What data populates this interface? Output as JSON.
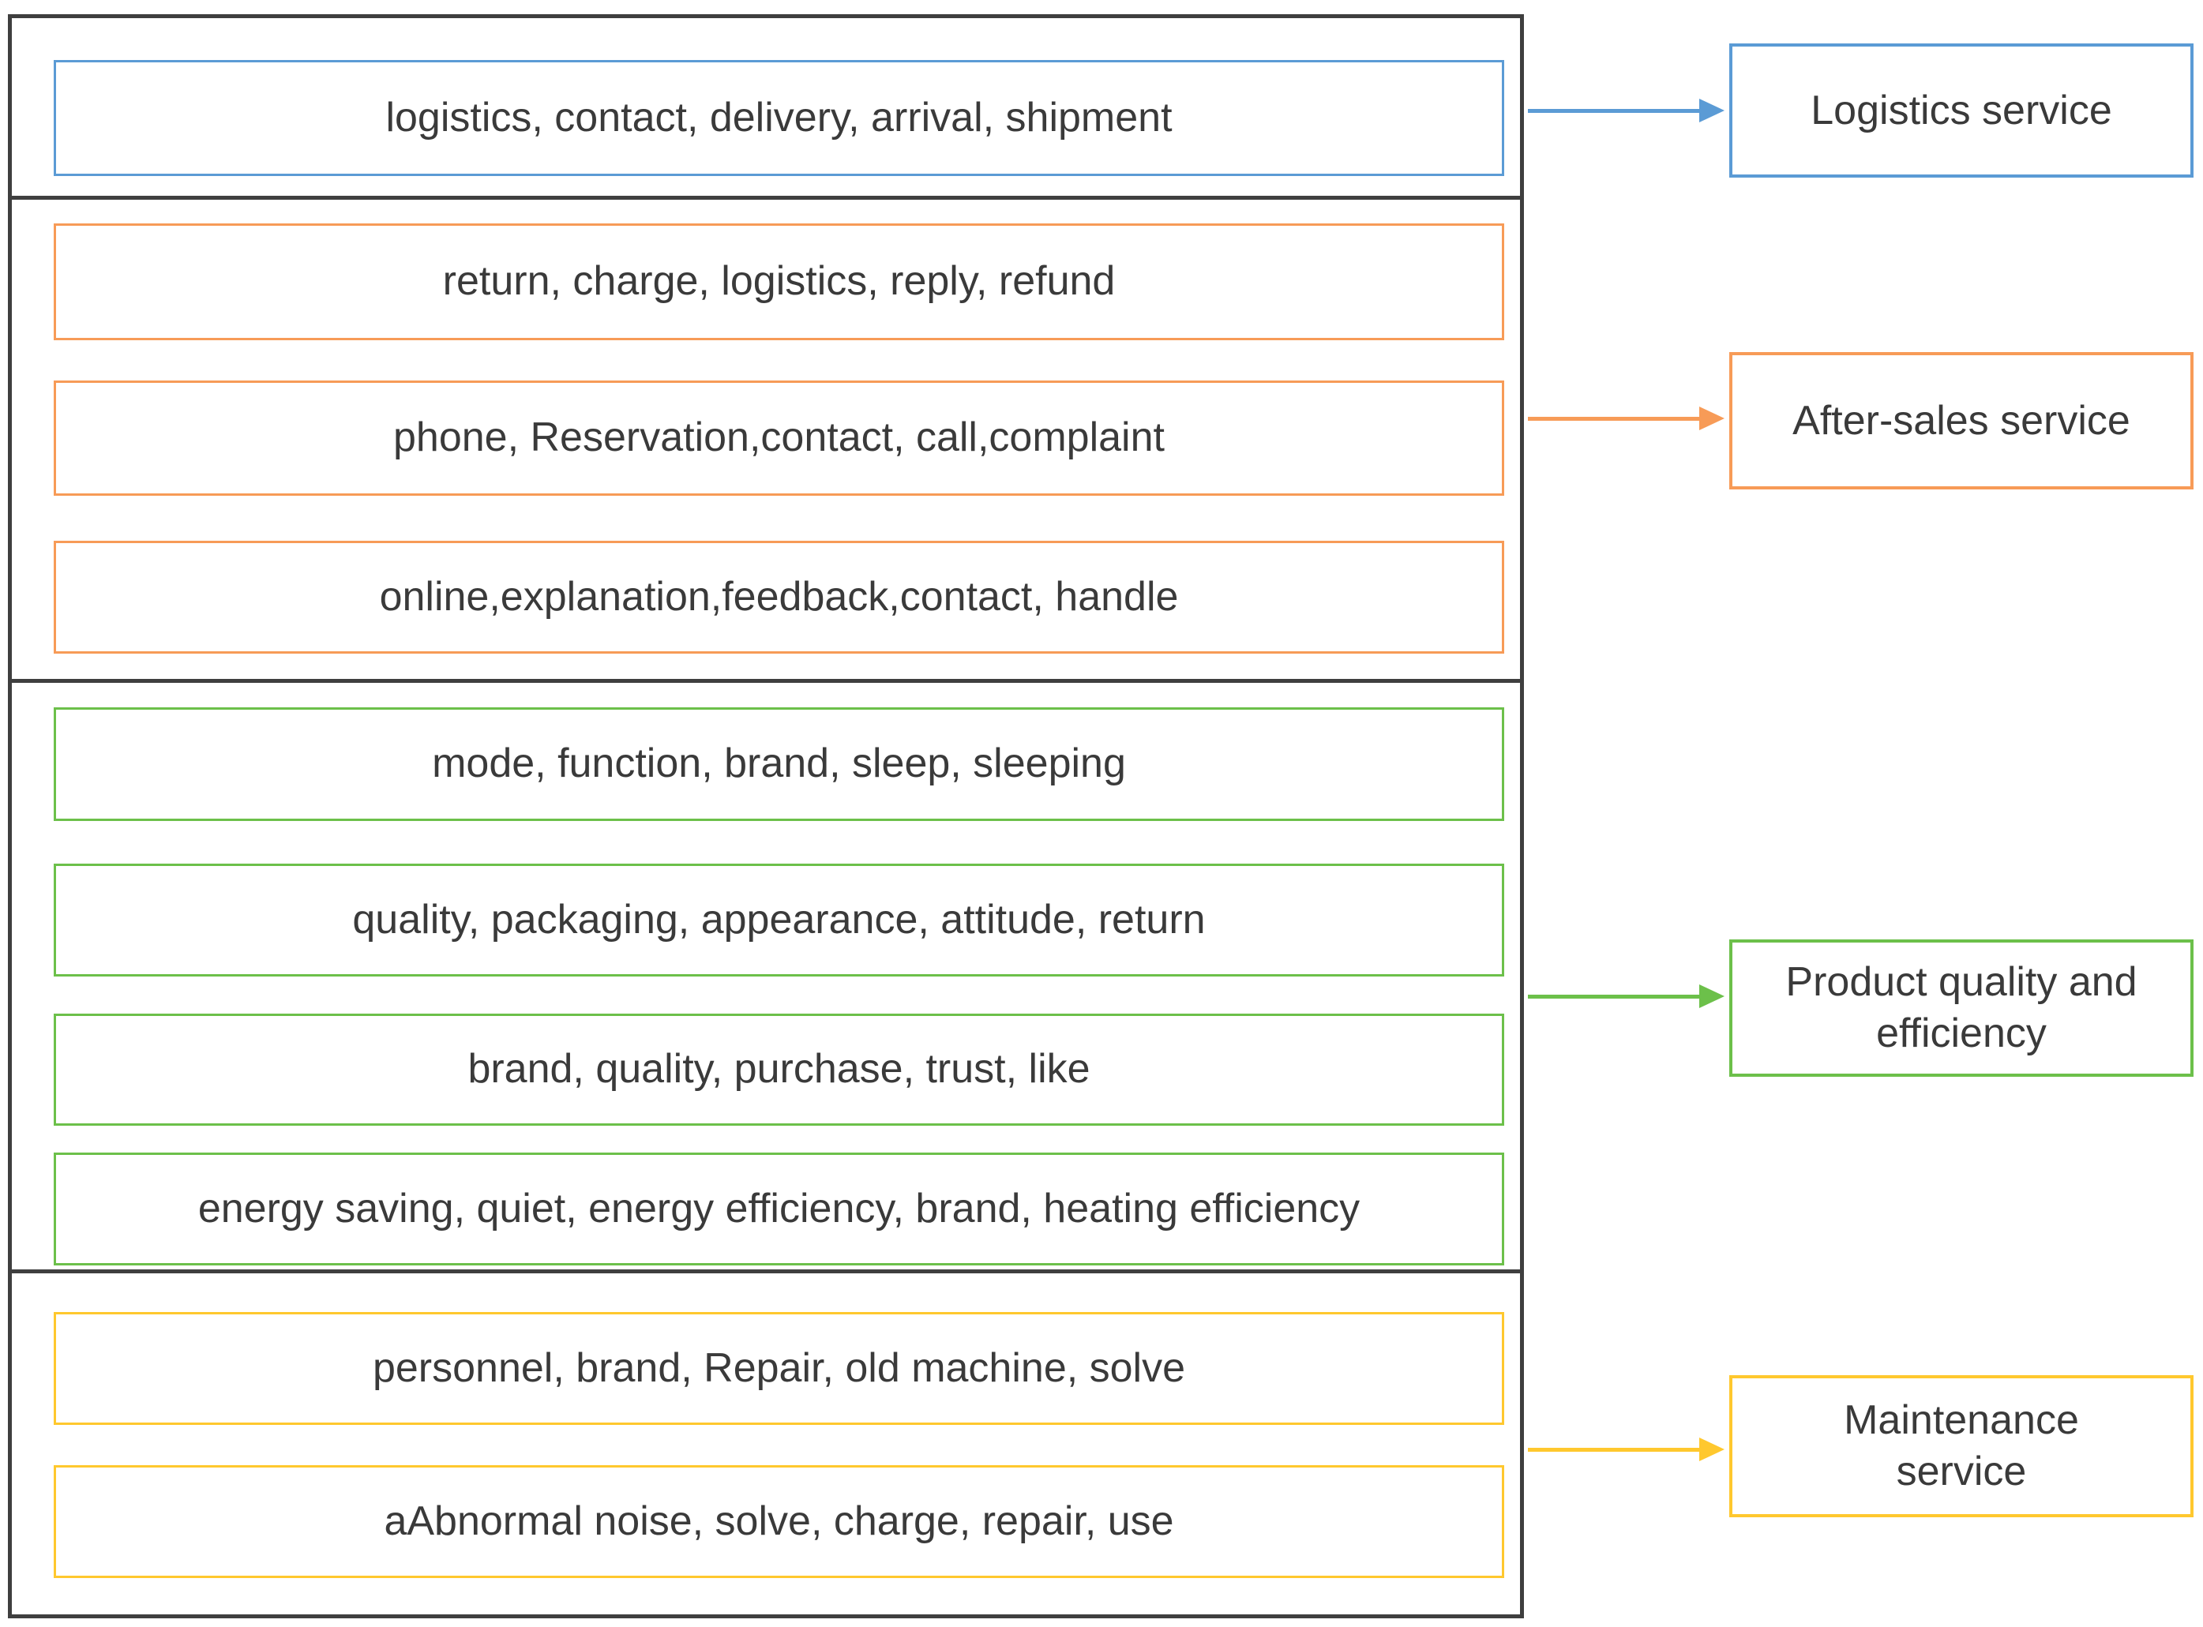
{
  "diagram": {
    "outline_color": "#3F3F3F",
    "text_color": "#3A3A3A",
    "groups": [
      {
        "id": "logistics",
        "color": "#5B9BD5",
        "category": "Logistics service",
        "boxes": [
          "logistics, contact, delivery, arrival, shipment"
        ]
      },
      {
        "id": "after-sales",
        "color": "#F79B57",
        "category": "After-sales service",
        "boxes": [
          "return, charge, logistics, reply, refund",
          "phone, Reservation,contact, call,complaint",
          "online,explanation,feedback,contact, handle"
        ]
      },
      {
        "id": "product-quality",
        "color": "#6CC04A",
        "category": "Product quality and efficiency",
        "boxes": [
          "mode, function, brand, sleep, sleeping",
          "quality, packaging, appearance, attitude, return",
          "brand, quality, purchase, trust, like",
          "energy saving, quiet, energy efficiency, brand, heating efficiency"
        ]
      },
      {
        "id": "maintenance",
        "color": "#FFC82E",
        "category": "Maintenance service",
        "boxes": [
          "personnel, brand, Repair, old machine, solve",
          "aAbnormal noise, solve, charge, repair, use"
        ]
      }
    ]
  }
}
